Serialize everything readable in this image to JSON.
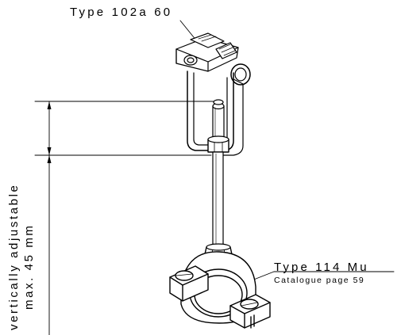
{
  "labels": {
    "hanger_type": "Type 102a 60",
    "clamp_type": "Type 114 Mu",
    "clamp_catalogue": "Catalogue page 59",
    "adjust_line1": "vertically adjustable",
    "adjust_line2": "max. 45 mm"
  },
  "colors": {
    "line": "#000000",
    "background": "#ffffff"
  }
}
